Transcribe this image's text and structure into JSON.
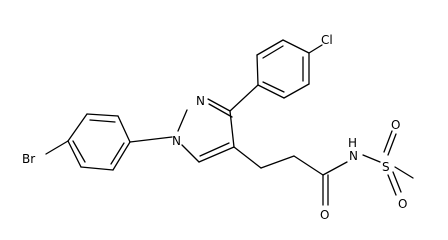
{
  "molecule": {
    "atom_labels": {
      "cl": "Cl",
      "br": "Br",
      "n1": "N",
      "n2": "N",
      "nh": "N",
      "h": "H",
      "s": "S",
      "o_carbonyl": "O",
      "o_sulfonyl_top": "O",
      "o_sulfonyl_bottom": "O"
    },
    "colors": {
      "bond": "#000000",
      "label": "#000000",
      "background": "#ffffff"
    }
  }
}
